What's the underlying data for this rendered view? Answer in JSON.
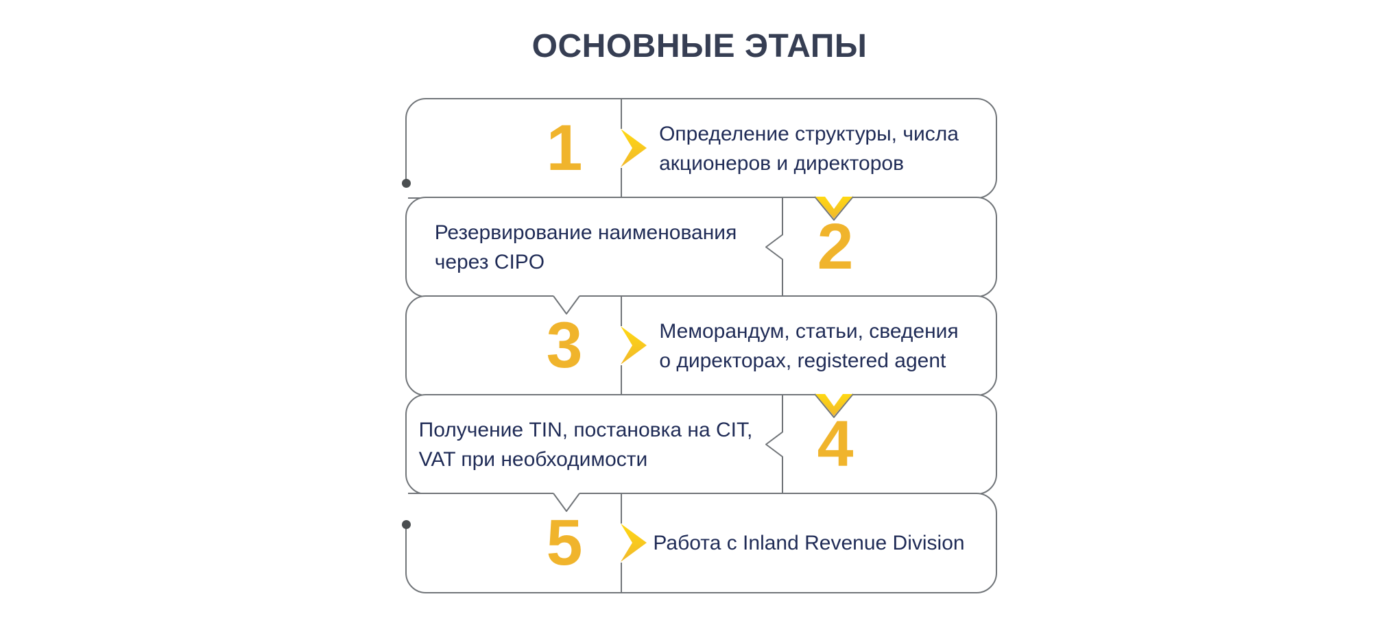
{
  "title": "ОСНОВНЫЕ ЭТАПЫ",
  "colors": {
    "number_yellow": "#F0B42C",
    "chevron_yellow_top": "#FFD912",
    "chevron_yellow_bottom": "#F1B82B",
    "body_text_navy": "#1F2B56",
    "title_navy": "#363E53",
    "outline_gray": "#707478",
    "timeline_dot_gray": "#4A4E50"
  },
  "steps": [
    {
      "number": "1",
      "text": "Определение структуры, числа\nакционеров и директоров",
      "side": "right"
    },
    {
      "number": "2",
      "text": "Резервирование наименования\nчерез CIPO",
      "side": "left"
    },
    {
      "number": "3",
      "text": "Меморандум, статьи, сведения\nо директорах, registered agent",
      "side": "right"
    },
    {
      "number": "4",
      "text": "Получение TIN, постановка на CIT,\nVAT при необходимости",
      "side": "left"
    },
    {
      "number": "5",
      "text": "Работа с Inland Revenue Division",
      "side": "right"
    }
  ]
}
